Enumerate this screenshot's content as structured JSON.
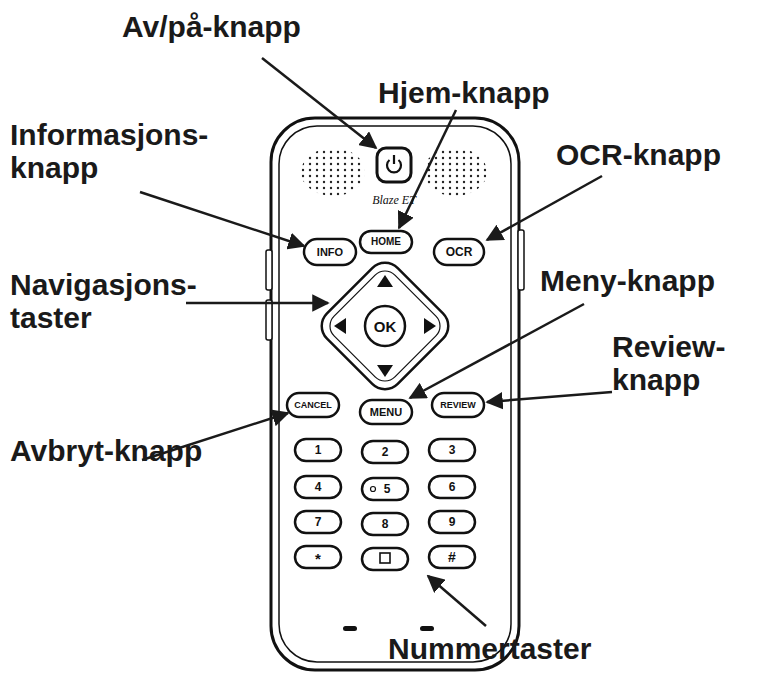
{
  "diagram": {
    "labels": [
      "Av/på-knapp",
      "Hjem-knapp",
      "Informasjons- knapp",
      "OCR-knapp",
      "Navigasjons- taster",
      "Meny-knapp",
      "Review- knapp",
      "Avbryt-knapp",
      "Nummertaster",
      "Blaze ET",
      "INFO",
      "HOME",
      "OCR",
      "OK",
      "CANCEL",
      "MENU",
      "REVIEW",
      "1",
      "2",
      "3",
      "4",
      "5",
      "6",
      "7",
      "8",
      "9",
      "*",
      "#"
    ]
  }
}
